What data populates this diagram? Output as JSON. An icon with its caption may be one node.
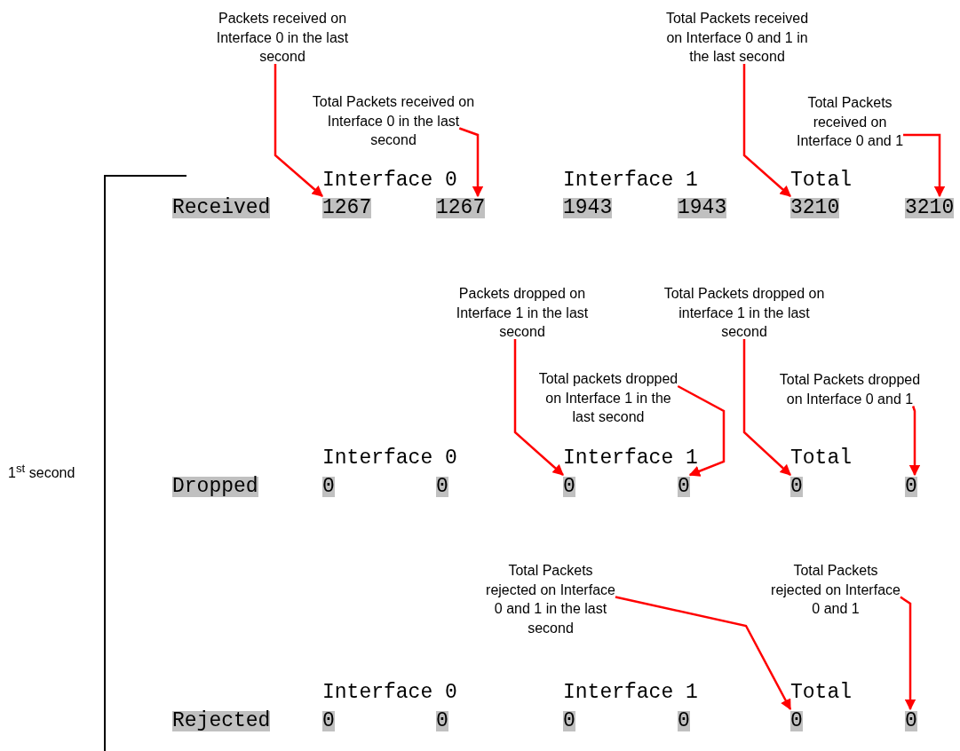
{
  "diagram": {
    "nodes": [
      {
        "text": [
          "Packets received on Interface 0 in the last second"
        ]
      },
      {
        "text": [
          "Total Packets received on Interface 0 and 1 in the last second"
        ]
      },
      {
        "text": [
          "Total Packets received on Interface 0 in the last second"
        ]
      },
      {
        "text": [
          "Total Packets received on Interface 0 and 1"
        ]
      },
      {
        "text": [
          "Interface 0"
        ]
      },
      {
        "text": [
          "Interface 1"
        ]
      },
      {
        "text": [
          "Total"
        ]
      },
      {
        "text": [
          "Received"
        ]
      },
      {
        "text": [
          "1267"
        ]
      },
      {
        "text": [
          "1267"
        ]
      },
      {
        "text": [
          "1943"
        ]
      },
      {
        "text": [
          "1943"
        ]
      },
      {
        "text": [
          "3210"
        ]
      },
      {
        "text": [
          "3210"
        ]
      },
      {
        "text": [
          "Packets dropped on Interface 1 in the last second"
        ]
      },
      {
        "text": [
          "Total Packets dropped on interface 1 in the last second"
        ]
      },
      {
        "text": [
          "Total packets dropped on Interface 1 in the last second"
        ]
      },
      {
        "text": [
          "Total Packets dropped on Interface 0 and 1"
        ]
      },
      {
        "text": [
          "Interface 0"
        ]
      },
      {
        "text": [
          "Interface 1"
        ]
      },
      {
        "text": [
          "Total"
        ]
      },
      {
        "text": [
          "Dropped"
        ]
      },
      {
        "text": [
          "0"
        ]
      },
      {
        "text": [
          "0"
        ]
      },
      {
        "text": [
          "0"
        ]
      },
      {
        "text": [
          "0"
        ]
      },
      {
        "text": [
          "0"
        ]
      },
      {
        "text": [
          "0"
        ]
      },
      {
        "text": [
          "Total Packets rejected on Interface 0 and 1 in the last second"
        ]
      },
      {
        "text": [
          "Total Packets rejected on Interface 0 and 1"
        ]
      },
      {
        "text": [
          "Interface 0"
        ]
      },
      {
        "text": [
          "Interface 1"
        ]
      },
      {
        "text": [
          "Total"
        ]
      },
      {
        "text": [
          "Rejected"
        ]
      },
      {
        "text": [
          "0"
        ]
      },
      {
        "text": [
          "0"
        ]
      },
      {
        "text": [
          "0"
        ]
      },
      {
        "text": [
          "0"
        ]
      },
      {
        "text": [
          "0"
        ]
      },
      {
        "text": [
          "0"
        ]
      }
    ],
    "edges": [
      {
        "from": 0,
        "to": 8,
        "arrow": "to"
      },
      {
        "from": 2,
        "to": 9,
        "arrow": "to"
      },
      {
        "from": 1,
        "to": 12,
        "arrow": "to"
      },
      {
        "from": 3,
        "to": 13,
        "arrow": "to"
      },
      {
        "from": 14,
        "to": 24,
        "arrow": "to"
      },
      {
        "from": 16,
        "to": 25,
        "arrow": "to"
      },
      {
        "from": 15,
        "to": 26,
        "arrow": "to"
      },
      {
        "from": 17,
        "to": 27,
        "arrow": "to"
      },
      {
        "from": 28,
        "to": 38,
        "arrow": "to"
      },
      {
        "from": 29,
        "to": 39,
        "arrow": "to"
      }
    ],
    "labels": [
      "1$^{st}$ second"
    ]
  }
}
